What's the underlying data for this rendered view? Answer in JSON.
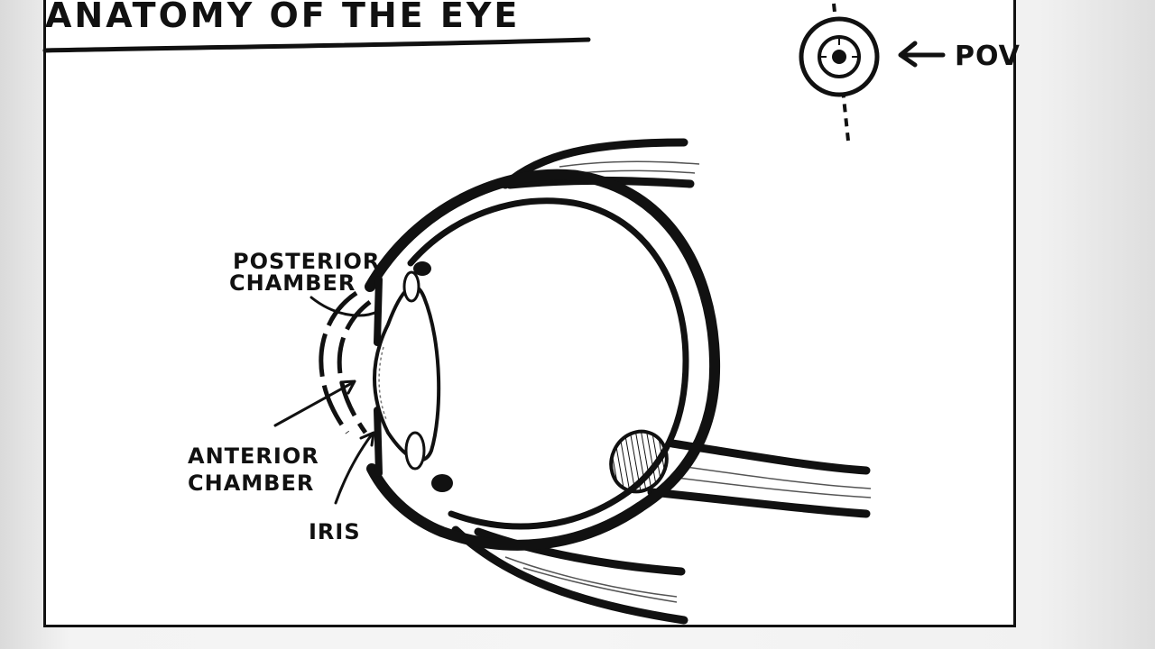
{
  "diagram": {
    "title": "ANATOMY OF THE EYE",
    "labels": {
      "posterior_line1": "POSTERIOR",
      "posterior_line2": "CHAMBER",
      "anterior_line1": "ANTERIOR",
      "anterior_line2": "CHAMBER",
      "iris": "IRIS",
      "pov": "POV"
    },
    "colors": {
      "ink": "#111111",
      "paper": "#ffffff"
    }
  }
}
